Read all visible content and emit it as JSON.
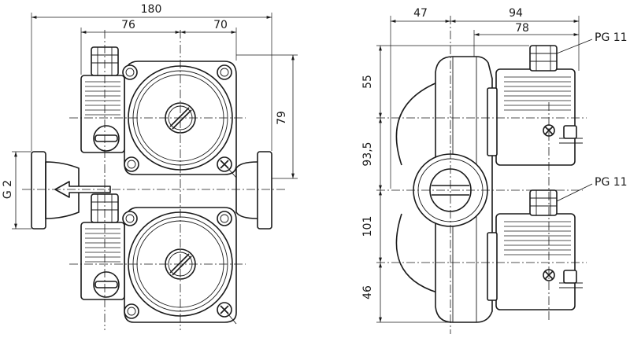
{
  "dimensions": {
    "front_total_width": "180",
    "front_left_width": "76",
    "front_right_width": "70",
    "front_height_right": "79",
    "front_connection": "G 2",
    "side_left_width": "47",
    "side_right_width": "94",
    "side_inner_width": "78",
    "side_top_height": "55",
    "side_mid_height": "93,5",
    "side_lower_height": "101",
    "side_bottom_height": "46"
  },
  "callouts": {
    "cable_gland_top": "PG 11",
    "cable_gland_bottom": "PG 11"
  }
}
